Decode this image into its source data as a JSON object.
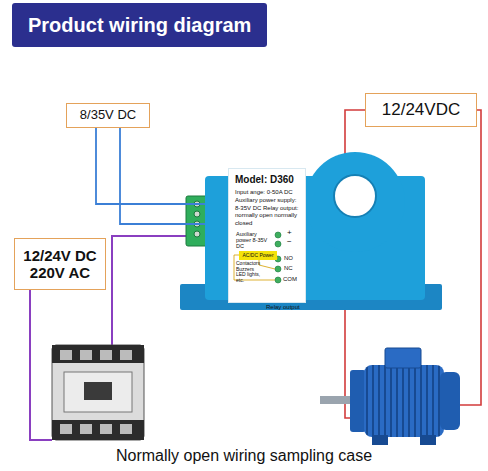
{
  "diagram": {
    "title": "Product wiring diagram",
    "caption": "Normally open wiring sampling case",
    "nodes": [
      {
        "text": [
          "8/35V DC"
        ]
      },
      {
        "text": [
          "12/24VDC"
        ]
      },
      {
        "text": [
          "12/24V DC 220V AC"
        ]
      },
      {
        "text": []
      },
      {
        "text": [
          "Model: D360",
          "Input ange: 0-50A DC Auxiliary power supply: 8-35V DC Relay output: normally open normally closed"
        ],
        "in": 3
      },
      {
        "text": [
          "AC/DC Power"
        ],
        "in": 4
      }
    ],
    "edges": [
      {
        "from": 0,
        "to": 3,
        "arrow": "none"
      }
    ],
    "labels": [
      "Auxiliary power 8-35V DC",
      "+",
      "−",
      "NO",
      "NC",
      "COM",
      "Contactors Buzzers LED lights, etc.",
      "Relay output"
    ]
  }
}
